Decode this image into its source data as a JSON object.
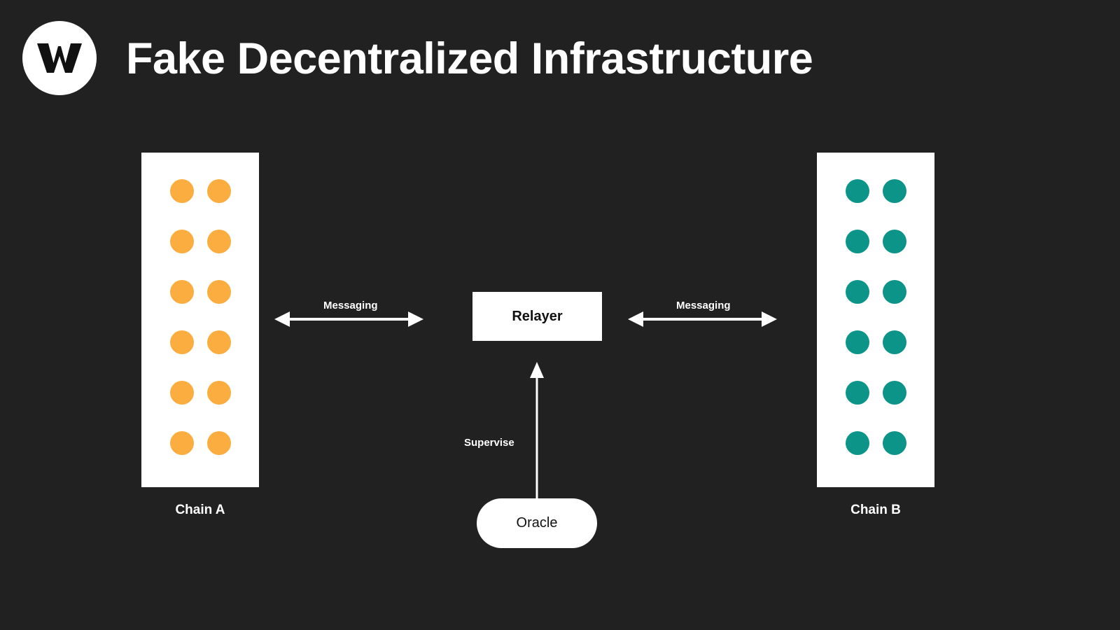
{
  "header": {
    "logo_icon": "w-logo-icon",
    "logo_letter": "W",
    "title": "Fake Decentralized Infrastructure"
  },
  "theme": {
    "background": "#212121",
    "surface": "#ffffff",
    "text_on_dark": "#ffffff",
    "text_on_light": "#111111",
    "chain_a_node": "#FBAD40",
    "chain_b_node": "#0D9488"
  },
  "diagram": {
    "chains": [
      {
        "id": "chain-a",
        "label": "Chain A",
        "node_color": "#FBAD40",
        "node_rows": 6,
        "node_cols": 2,
        "node_count": 12
      },
      {
        "id": "chain-b",
        "label": "Chain B",
        "node_color": "#0D9488",
        "node_rows": 6,
        "node_cols": 2,
        "node_count": 12
      }
    ],
    "relayer": {
      "label": "Relayer",
      "shape": "rectangle"
    },
    "oracle": {
      "label": "Oracle",
      "shape": "pill"
    },
    "edges": [
      {
        "id": "edge-chain-a-relayer",
        "label": "Messaging",
        "from": "Chain A",
        "to": "Relayer",
        "direction": "bidirectional"
      },
      {
        "id": "edge-chain-b-relayer",
        "label": "Messaging",
        "from": "Chain B",
        "to": "Relayer",
        "direction": "bidirectional"
      },
      {
        "id": "edge-oracle-relayer",
        "label": "Supervise",
        "from": "Oracle",
        "to": "Relayer",
        "direction": "up"
      }
    ]
  }
}
